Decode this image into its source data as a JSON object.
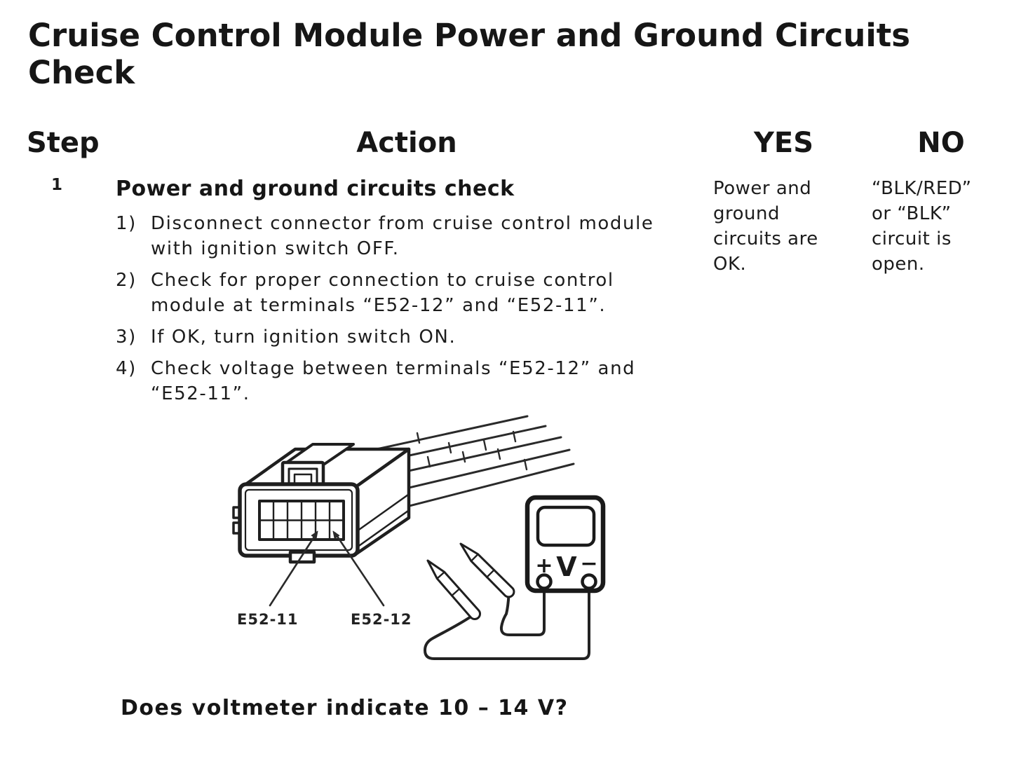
{
  "page_title": {
    "line1": "Cruise Control Module Power and Ground Circuits",
    "line2": "Check"
  },
  "table": {
    "headers": {
      "step": "Step",
      "action": "Action",
      "yes": "YES",
      "no": "NO"
    },
    "row1": {
      "step": "1",
      "action_title": "Power and ground circuits check",
      "steps": [
        {
          "num": "1)",
          "text": "Disconnect connector from cruise control module with ignition switch OFF."
        },
        {
          "num": "2)",
          "text": "Check for proper connection to cruise control module at terminals “E52-12” and “E52-11”."
        },
        {
          "num": "3)",
          "text": "If OK, turn ignition switch ON."
        },
        {
          "num": "4)",
          "text": "Check voltage between terminals “E52-12” and “E52-11”."
        }
      ],
      "yes": "Power and ground circuits are OK.",
      "no": "“BLK/RED” or “BLK” circuit is open.",
      "question": "Does voltmeter indicate 10 – 14 V?"
    }
  },
  "diagram": {
    "labels": {
      "pin11": "E52-11",
      "pin12": "E52-12"
    },
    "voltmeter": {
      "plus": "+",
      "unit": "V",
      "minus": "−"
    }
  }
}
